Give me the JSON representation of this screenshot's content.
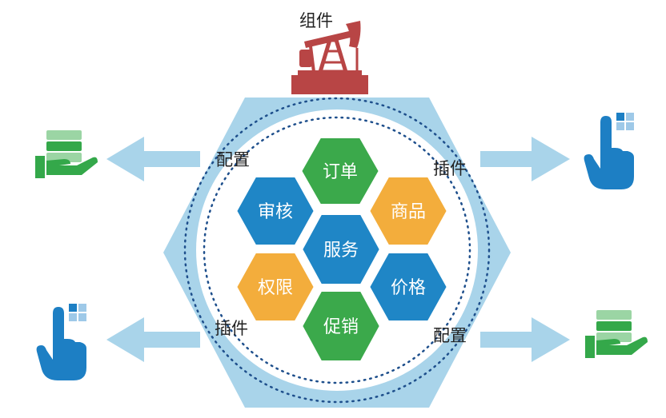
{
  "top_label": "组件",
  "side_labels": {
    "left_top": "配置",
    "right_top": "插件",
    "left_bottom": "插件",
    "right_bottom": "配置"
  },
  "modules": {
    "center": "服务",
    "top": "订单",
    "top_left": "审核",
    "top_right": "商品",
    "bottom_left": "权限",
    "bottom_right": "价格",
    "bottom": "促销"
  },
  "icons": {
    "top": "pump-jack-icon",
    "left_top": "hand-holding-stack-icon",
    "right_top": "hand-pointing-grid-icon",
    "left_bottom": "hand-pointing-grid-icon",
    "right_bottom": "hand-holding-stack-icon"
  },
  "colors": {
    "outer_hexagon": "#a9d4ea",
    "arrow": "#a9d4ea",
    "module_blue": "#1f86c6",
    "module_green": "#3ba94b",
    "module_orange": "#f3ad3c",
    "pump_red": "#b84545",
    "icon_green": "#34a84a",
    "icon_blue": "#1d7fc4"
  }
}
